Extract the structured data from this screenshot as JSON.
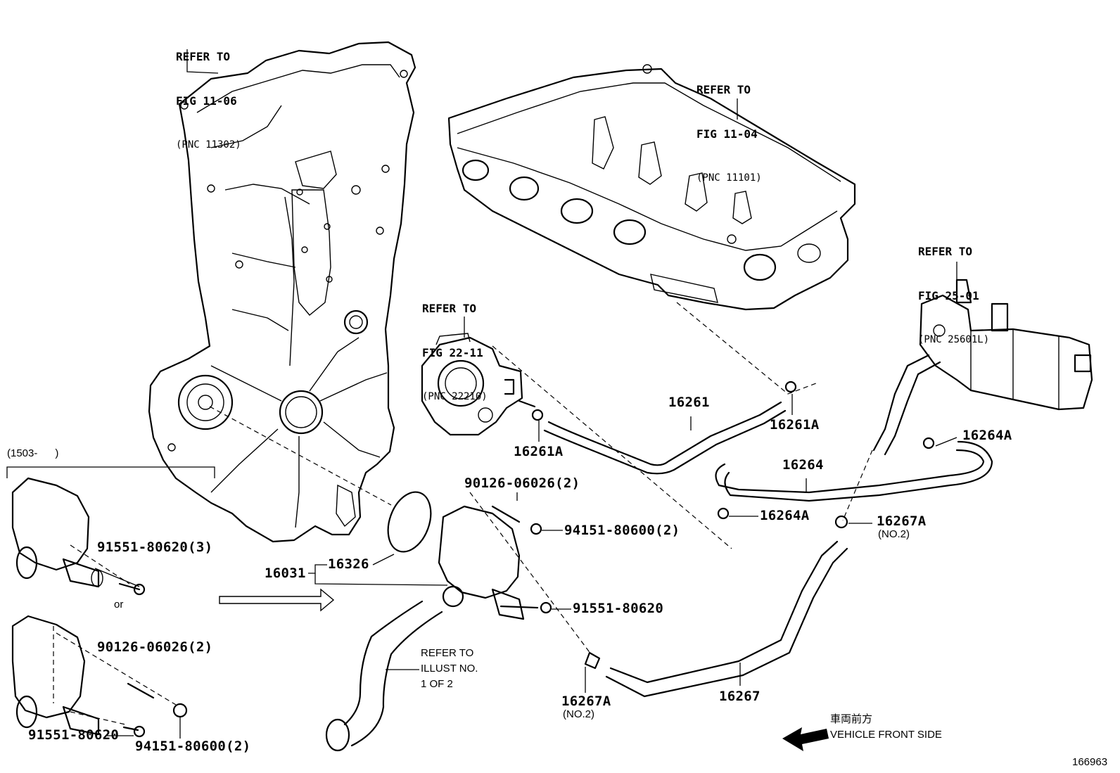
{
  "refs": {
    "timing_cover": {
      "line1": "REFER TO",
      "line2": "FIG 11-06",
      "pnc": "(PNC 11302)"
    },
    "cylinder_head": {
      "line1": "REFER TO",
      "line2": "FIG 11-04",
      "pnc": "(PNC 11101)"
    },
    "throttle_body": {
      "line1": "REFER TO",
      "line2": "FIG 22-11",
      "pnc": "(PNC 22210)"
    },
    "egr_cooler": {
      "line1": "REFER TO",
      "line2": "FIG 25-01",
      "pnc": "(PNC 25601L)"
    }
  },
  "parts": {
    "p16261": "16261",
    "p16261a_upper": "16261A",
    "p16261a_lower": "16261A",
    "p16264": "16264",
    "p16264a_upper": "16264A",
    "p16264a_lower": "16264A",
    "p16267a_right": "16267A",
    "p16267a_right_sub": "(NO.2)",
    "p16267a_bottom": "16267A",
    "p16267a_bottom_sub": "(NO.2)",
    "p16267": "16267",
    "p90126_main": "90126-06026(2)",
    "p94151_main": "94151-80600(2)",
    "p91551_main": "91551-80620",
    "p16031": "16031",
    "p16326": "16326",
    "p91551_left": "91551-80620(3)",
    "or_text": "or",
    "p90126_left": "90126-06026(2)",
    "p91551_left2": "91551-80620",
    "p94151_left": "94151-80600(2)"
  },
  "date_range": "(1503-      )",
  "illust_ref": {
    "line1": "REFER TO",
    "line2": "ILLUST NO.",
    "line3": "1 OF 2"
  },
  "direction": {
    "japanese": "車両前方",
    "english": "VEHICLE FRONT SIDE"
  },
  "figure_id": "166963"
}
